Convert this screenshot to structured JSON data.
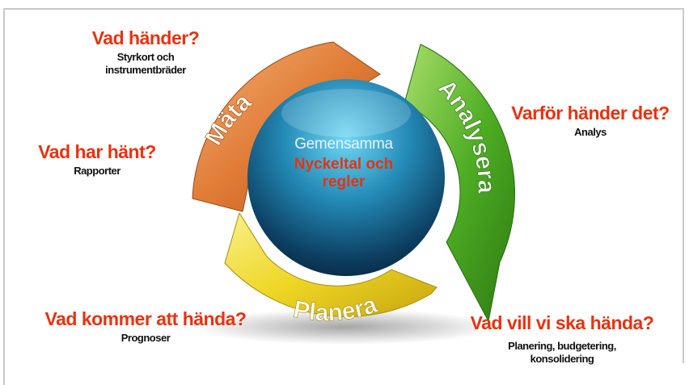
{
  "center": {
    "line1": "Gemensamma",
    "line2": "Nyckeltal och",
    "line3": "regler"
  },
  "arrows": {
    "mata": "Mäta",
    "analysera": "Analysera",
    "planera": "Planera"
  },
  "questions": {
    "top_left": {
      "head": "Vad händer?",
      "sub1": "Styrkort och",
      "sub2": "instrumentbräder"
    },
    "mid_left": {
      "head": "Vad har hänt?",
      "sub": "Rapporter"
    },
    "bottom_left": {
      "head": "Vad kommer att hända?",
      "sub": "Prognoser"
    },
    "top_right": {
      "head": "Varför händer det?",
      "sub": "Analys"
    },
    "bottom_right": {
      "head": "Vad vill vi ska hända?",
      "sub1": "Planering, budgetering,",
      "sub2": "konsolidering"
    }
  },
  "colors": {
    "accent_red": "#e8320f",
    "mata_orange": "#d9742c",
    "analysera_green": "#3f9e1e",
    "planera_yellow": "#e9d21c",
    "globe_blue": "#1c6f97"
  }
}
